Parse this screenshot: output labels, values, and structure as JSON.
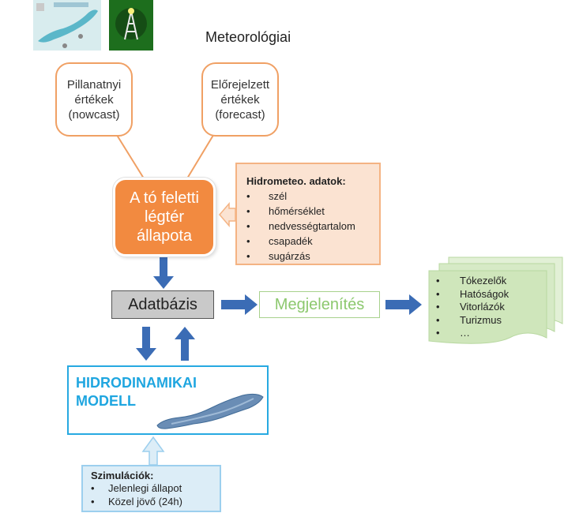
{
  "meteo_title": "Meteorológiai",
  "nowcast": {
    "line1": "Pillanatnyi",
    "line2": "értékek",
    "line3": "(nowcast)"
  },
  "forecast": {
    "line1": "Előrejelzett",
    "line2": "értékek",
    "line3": "(forecast)"
  },
  "air_state": {
    "line1": "A tó feletti",
    "line2": "légtér",
    "line3": "állapota"
  },
  "hydrometeo": {
    "title": "Hidrometeo. adatok:",
    "items": [
      "szél",
      "hőmérséklet",
      "nedvességtartalom",
      "csapadék",
      "sugárzás"
    ]
  },
  "database": "Adatbázis",
  "display": "Megjelenítés",
  "users": [
    "Tókezelők",
    "Hatóságok",
    "Vitorlázók",
    "Turizmus",
    "…"
  ],
  "model": {
    "line1": "HIDRODINAMIKAI",
    "line2": "MODELL"
  },
  "simulations": {
    "title": "Szimulációk:",
    "items": [
      "Jelenlegi állapot",
      "Közel jövő (24h)"
    ]
  },
  "colors": {
    "orange": "#f28a40",
    "orange_border": "#f0a064",
    "blue_arrow": "#3b6cb5",
    "cyan": "#27a9e1",
    "green": "#8cc86e"
  }
}
